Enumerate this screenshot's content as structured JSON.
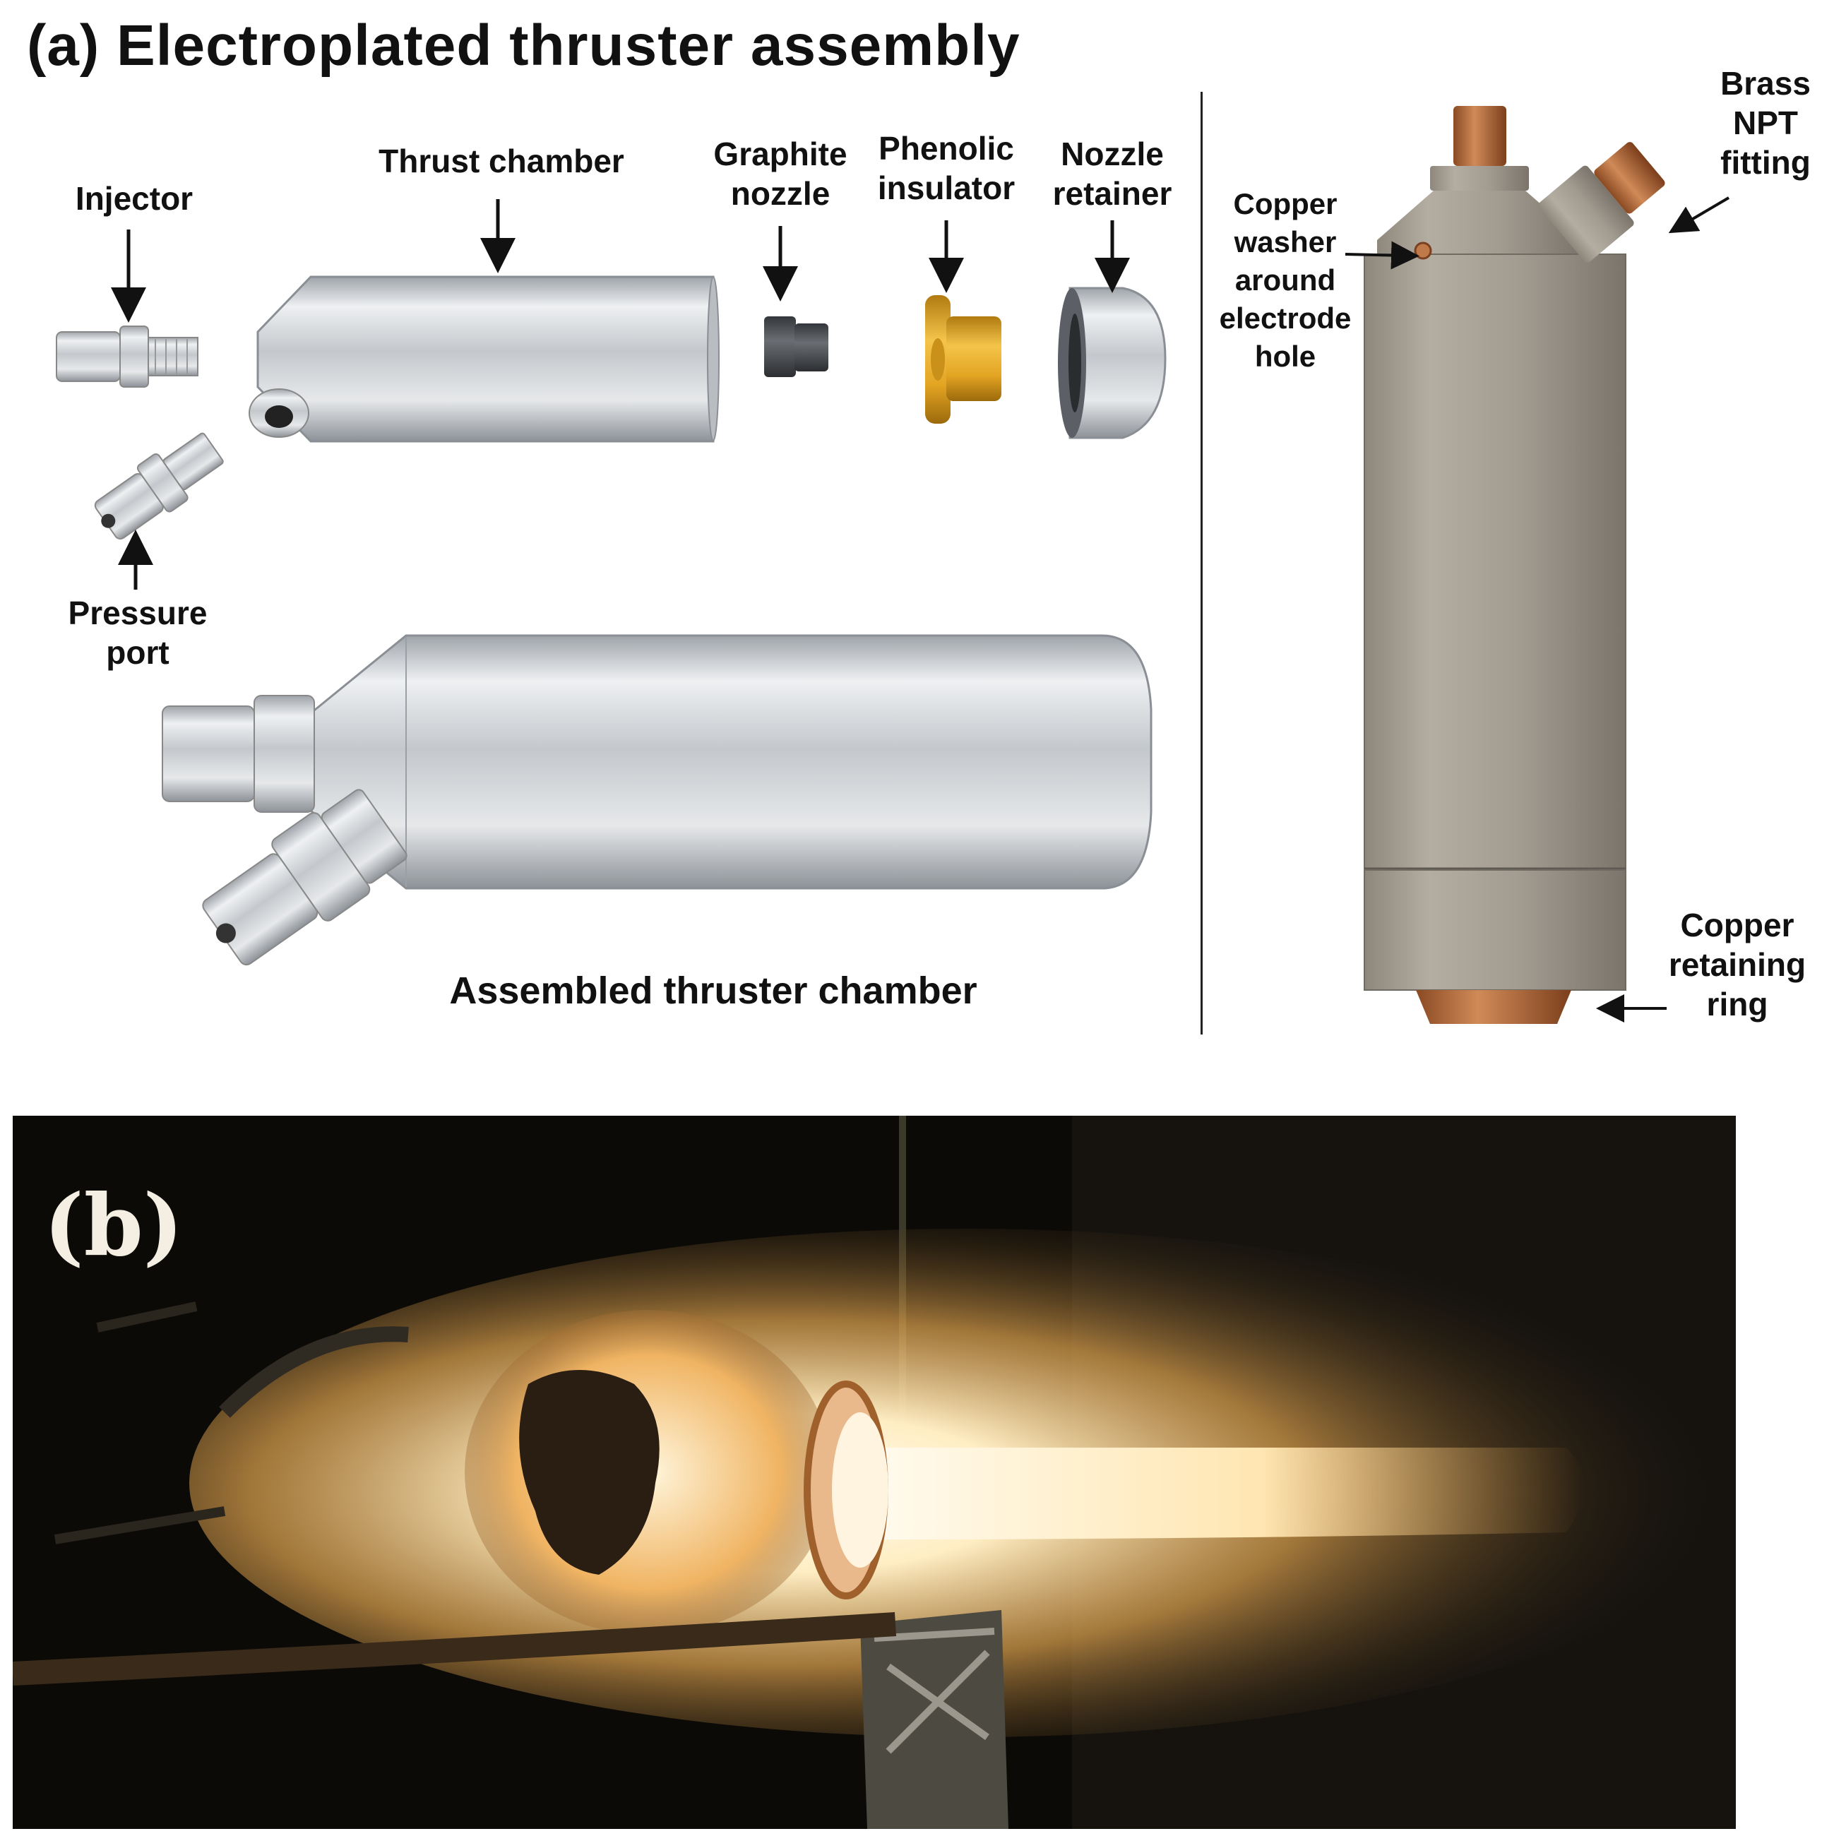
{
  "panel_a": {
    "title": "(a) Electroplated thruster assembly",
    "labels": {
      "injector": "Injector",
      "thrust_chamber": "Thrust chamber",
      "graphite_nozzle": "Graphite\nnozzle",
      "phenolic_insulator": "Phenolic\ninsulator",
      "nozzle_retainer": "Nozzle\nretainer",
      "pressure_port": "Pressure\nport",
      "assembled": "Assembled thruster chamber",
      "brass_npt": "Brass\nNPT\nfitting",
      "copper_washer": "Copper\nwasher\naround\nelectrode\nhole",
      "copper_ring": "Copper\nretaining\nring"
    }
  },
  "panel_b": {
    "label": "(b)"
  },
  "colors": {
    "steel": "#c9cdd1",
    "graphite": "#4a4d52",
    "phenolic": "#e0a21c",
    "plated": "#9c958b",
    "copper": "#b46a3c",
    "plume": "#fff3d6"
  }
}
